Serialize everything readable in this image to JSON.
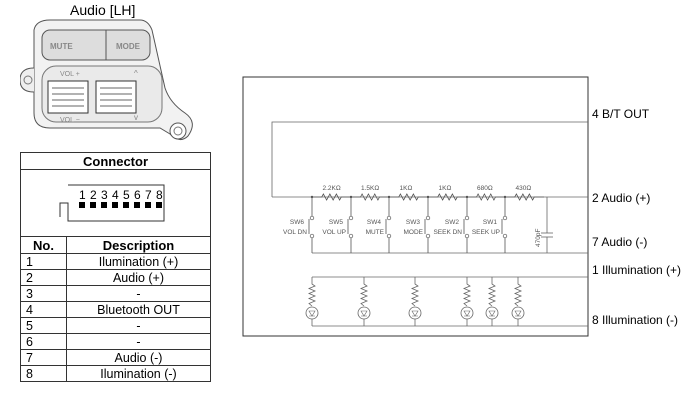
{
  "title": "Audio [LH]",
  "switch_labels": {
    "mute": "MUTE",
    "mode": "MODE",
    "vol_up": "VOL +",
    "vol_dn": "VOL −"
  },
  "connector": {
    "header": "Connector",
    "pins": [
      "1",
      "2",
      "3",
      "4",
      "5",
      "6",
      "7",
      "8"
    ]
  },
  "table": {
    "col_no": "No.",
    "col_desc": "Description",
    "rows": [
      {
        "no": "1",
        "desc": "Ilumination (+)"
      },
      {
        "no": "2",
        "desc": "Audio (+)"
      },
      {
        "no": "3",
        "desc": "-"
      },
      {
        "no": "4",
        "desc": "Bluetooth OUT"
      },
      {
        "no": "5",
        "desc": "-"
      },
      {
        "no": "6",
        "desc": "-"
      },
      {
        "no": "7",
        "desc": "Audio (-)"
      },
      {
        "no": "8",
        "desc": "Ilumination (-)"
      }
    ]
  },
  "schematic": {
    "resistors": [
      "2.2KΩ",
      "1.5KΩ",
      "1KΩ",
      "1KΩ",
      "680Ω",
      "430Ω"
    ],
    "switches": [
      {
        "id": "SW6",
        "name": "VOL DN"
      },
      {
        "id": "SW5",
        "name": "VOL UP"
      },
      {
        "id": "SW4",
        "name": "MUTE"
      },
      {
        "id": "SW3",
        "name": "MODE"
      },
      {
        "id": "SW2",
        "name": "SEEK DN"
      },
      {
        "id": "SW1",
        "name": "SEEK UP"
      }
    ],
    "capacitor": "470pF",
    "pins": {
      "bt_out": "4 B/T OUT",
      "audio_pos": "2 Audio (+)",
      "audio_neg": "7 Audio (-)",
      "ill_pos": "1 Illumination (+)",
      "ill_neg": "8 Illumination (-)"
    }
  }
}
